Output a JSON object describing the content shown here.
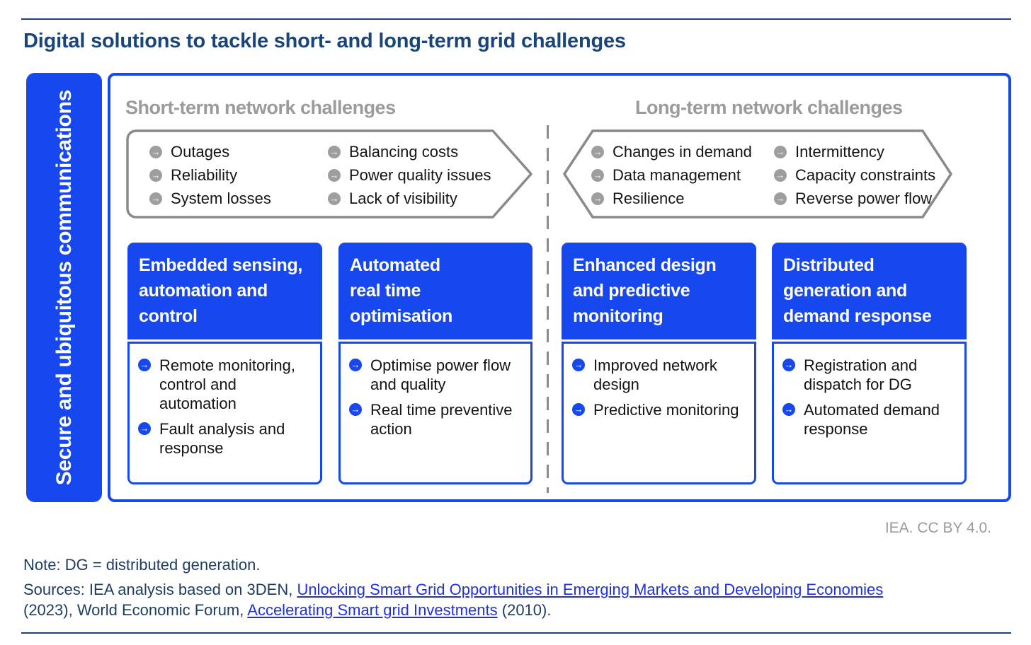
{
  "page": {
    "title": "Digital solutions to tackle short- and long-term grid challenges",
    "attribution": "IEA. CC BY 4.0.",
    "note": "Note: DG = distributed generation.",
    "sources": {
      "prefix": "Sources: IEA analysis based on 3DEN, ",
      "link1": "Unlocking Smart Grid Opportunities in Emerging Markets and Developing Economies",
      "mid": " (2023), World Economic Forum, ",
      "link2": "Accelerating Smart grid Investments",
      "suffix": " (2010)."
    }
  },
  "sidebar": {
    "label": "Secure and ubiquitous communications"
  },
  "sections": [
    {
      "heading": "Short-term network challenges",
      "columns": [
        {
          "items": [
            "Outages",
            "Reliability",
            "System losses"
          ]
        },
        {
          "items": [
            "Balancing costs",
            "Power quality issues",
            "Lack of visibility"
          ]
        }
      ]
    },
    {
      "heading": "Long-term network challenges",
      "columns": [
        {
          "items": [
            "Changes in demand",
            "Data management",
            "Resilience"
          ]
        },
        {
          "items": [
            "Intermittency",
            "Capacity constraints",
            "Reverse power flow"
          ]
        }
      ]
    }
  ],
  "cards": [
    {
      "title": "Embedded sensing, automation and control",
      "title_lines": [
        "Embedded sensing,",
        "automation and",
        "control"
      ],
      "items": [
        "Remote monitoring, control and automation",
        "Fault analysis and response"
      ]
    },
    {
      "title": "Automated real time optimisation",
      "title_lines": [
        "Automated",
        "real time",
        "optimisation"
      ],
      "items": [
        "Optimise power flow and quality",
        "Real time preventive action"
      ]
    },
    {
      "title": "Enhanced design and predictive monitoring",
      "title_lines": [
        "Enhanced design",
        "and predictive",
        "monitoring"
      ],
      "items": [
        "Improved network design",
        "Predictive monitoring"
      ]
    },
    {
      "title": "Distributed generation and demand response",
      "title_lines": [
        "Distributed",
        "generation and",
        "demand response"
      ],
      "items": [
        "Registration and dispatch for DG",
        "Automated demand response"
      ]
    }
  ],
  "icons": {
    "bullet": "arrow-right-in-circle",
    "bullet_glyph": "→"
  },
  "colors": {
    "accent_blue": "#1747ee",
    "navy": "#1b4576",
    "footer_text": "#1e3c5f",
    "heading_gray": "#9b9b9b",
    "chevron_border": "#8a8a8a",
    "bullet_gray": "#9e9e9e",
    "link_blue": "#2130e0",
    "attribution_gray": "#9a9a9a"
  }
}
